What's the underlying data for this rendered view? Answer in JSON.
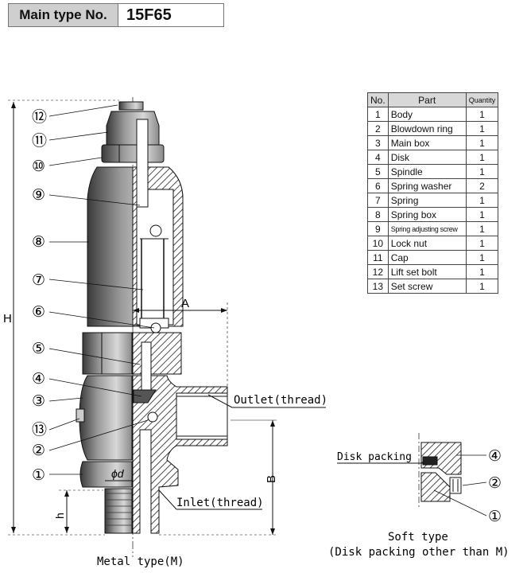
{
  "header": {
    "label": "Main type No.",
    "value": "15F65"
  },
  "parts_table": {
    "columns": [
      "No.",
      "Part",
      "Quantity"
    ],
    "rows": [
      [
        "1",
        "Body",
        "1"
      ],
      [
        "2",
        "Blowdown ring",
        "1"
      ],
      [
        "3",
        "Main box",
        "1"
      ],
      [
        "4",
        "Disk",
        "1"
      ],
      [
        "5",
        "Spindle",
        "1"
      ],
      [
        "6",
        "Spring washer",
        "2"
      ],
      [
        "7",
        "Spring",
        "1"
      ],
      [
        "8",
        "Spring box",
        "1"
      ],
      [
        "9",
        "Spring adjusting screw",
        "1"
      ],
      [
        "10",
        "Lock nut",
        "1"
      ],
      [
        "11",
        "Cap",
        "1"
      ],
      [
        "12",
        "Lift set bolt",
        "1"
      ],
      [
        "13",
        "Set screw",
        "1"
      ]
    ]
  },
  "callouts": [
    "①",
    "②",
    "③",
    "④",
    "⑤",
    "⑥",
    "⑦",
    "⑧",
    "⑨",
    "⑩",
    "⑪",
    "⑫",
    "⑬"
  ],
  "dimensions": {
    "H": "H",
    "A": "A",
    "B": "B",
    "h": "h",
    "phi_d": "ϕd"
  },
  "labels": {
    "outlet": "Outlet(thread)",
    "inlet": "Inlet(thread)",
    "metal_type": "Metal type(M)",
    "disk_packing": "Disk packing",
    "soft_type_title": "Soft type",
    "soft_type_sub": "(Disk packing other than M)"
  }
}
